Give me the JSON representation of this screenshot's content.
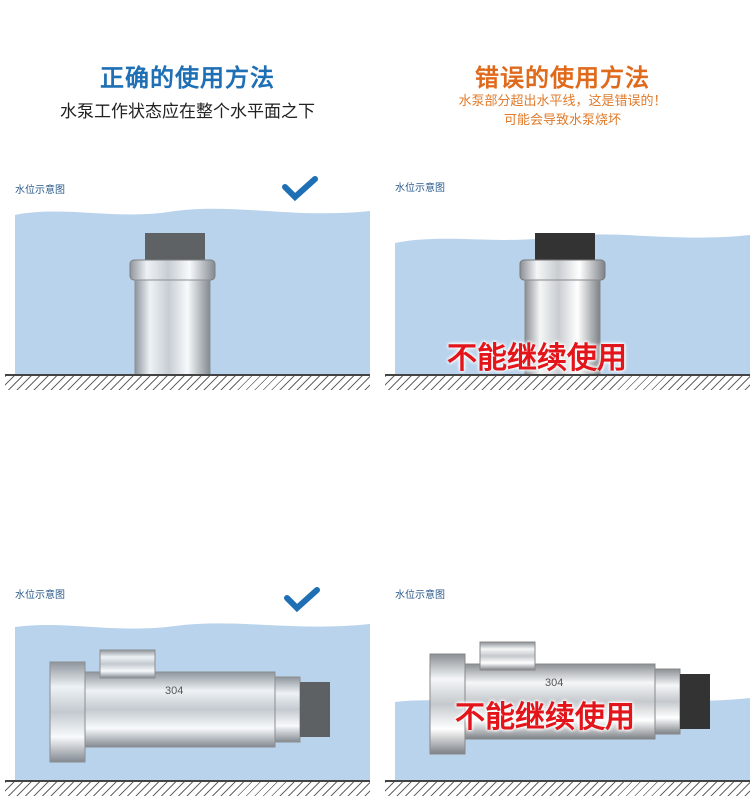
{
  "correct": {
    "title": "正确的使用方法",
    "subtitle": "水泵工作状态应在整个水平面之下"
  },
  "wrong": {
    "title": "错误的使用方法",
    "subtitle_line1": "水泵部分超出水平线，这是错误的！",
    "subtitle_line2": "可能会导致水泵烧坏"
  },
  "panels": [
    {
      "label": "水位示意图",
      "status": "ok"
    },
    {
      "label": "水位示意图",
      "status": "wrong",
      "warning": "不能继续使用"
    },
    {
      "label": "水位示意图",
      "status": "ok"
    },
    {
      "label": "水位示意图",
      "status": "wrong",
      "warning": "不能继续使用"
    }
  ],
  "pump_marking": "304",
  "colors": {
    "water": "#b9d3ec",
    "correct_title": "#1f6fb5",
    "wrong_title": "#e06a1c",
    "warning": "#e3151b",
    "check": "#1f6fb5"
  }
}
